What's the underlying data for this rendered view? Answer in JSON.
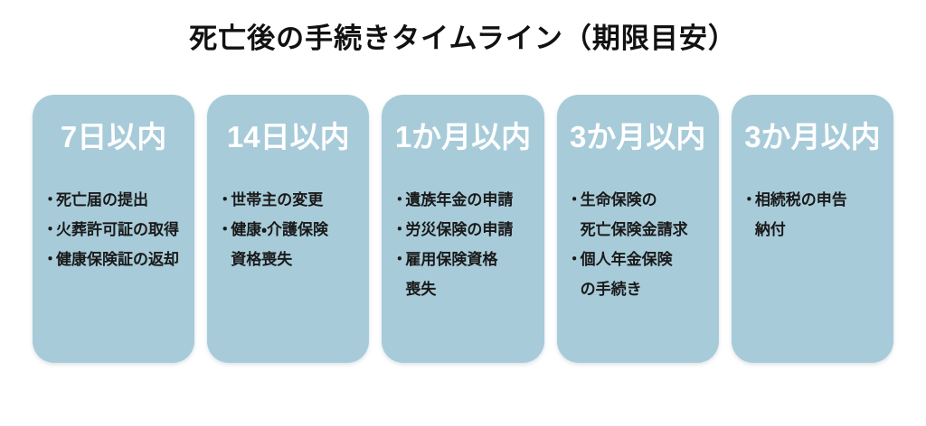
{
  "page": {
    "title": "死亡後の手続きタイムライン（期限目安）"
  },
  "bullet_char": "・",
  "colors": {
    "page_background": "#ffffff",
    "card_background": "#a7cbd9",
    "deadline_text": "#ffffff",
    "body_text": "#1a1a1a",
    "title_text": "#111111"
  },
  "cards": [
    {
      "deadline": "7日以内",
      "items": [
        {
          "lines": [
            "死亡届の提出"
          ]
        },
        {
          "lines": [
            "火葬許可証の取得"
          ]
        },
        {
          "lines": [
            "健康保険証の返却"
          ]
        }
      ]
    },
    {
      "deadline": "14日以内",
      "items": [
        {
          "lines": [
            "世帯主の変更"
          ]
        },
        {
          "lines": [
            "健康・介護保険",
            "資格喪失"
          ]
        }
      ]
    },
    {
      "deadline": "1か月以内",
      "items": [
        {
          "lines": [
            "遺族年金の申請"
          ]
        },
        {
          "lines": [
            "労災保険の申請"
          ]
        },
        {
          "lines": [
            "雇用保険資格",
            "喪失"
          ]
        }
      ]
    },
    {
      "deadline": "3か月以内",
      "items": [
        {
          "lines": [
            "生命保険の",
            "死亡保険金請求"
          ]
        },
        {
          "lines": [
            "個人年金保険",
            "の手続き"
          ]
        }
      ]
    },
    {
      "deadline": "3か月以内",
      "items": [
        {
          "lines": [
            "相続税の申告",
            "納付"
          ]
        }
      ]
    }
  ]
}
